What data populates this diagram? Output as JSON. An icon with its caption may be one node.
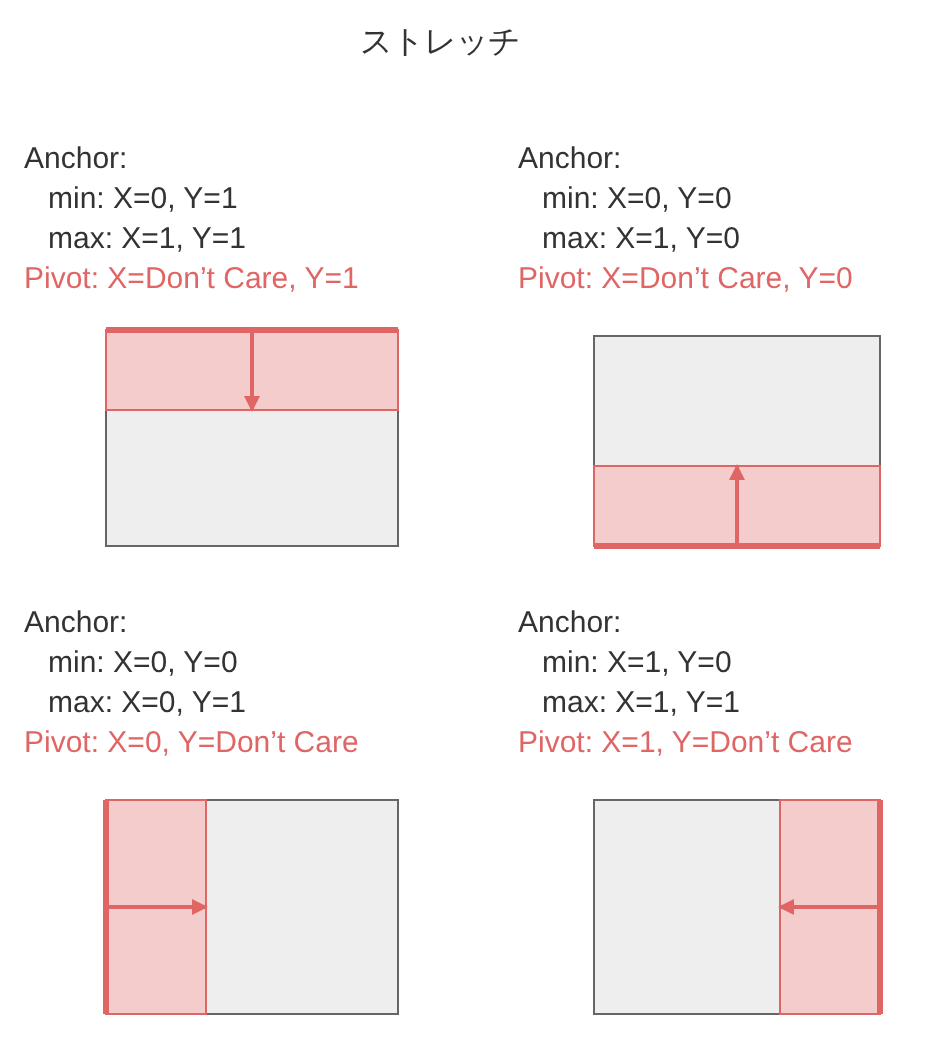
{
  "diagram": {
    "title": "ストレッチ",
    "labels": [
      "Anchor:",
      "min: X=0, Y=1",
      "max: X=1, Y=1",
      "Pivot: X=Don’t Care, Y=1",
      "Anchor:",
      "min: X=0, Y=0",
      "max: X=1, Y=0",
      "Pivot: X=Don’t Care, Y=0",
      "Anchor:",
      "min: X=0, Y=0",
      "max: X=0, Y=1",
      "Pivot: X=0, Y=Don’t Care",
      "Anchor:",
      "min: X=1, Y=0",
      "max: X=1, Y=1",
      "Pivot: X=1, Y=Don’t Care"
    ]
  }
}
